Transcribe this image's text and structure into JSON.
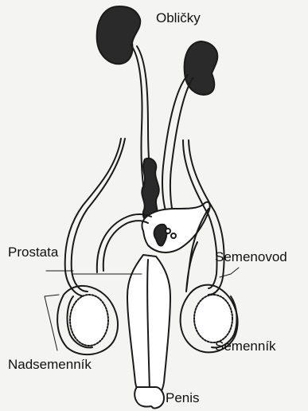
{
  "diagram": {
    "labels": {
      "kidneys": "Obličky",
      "prostate": "Prostata",
      "vas_deferens": "Semenovod",
      "testis": "Semenník",
      "epididymis": "Nadsemenník",
      "penis": "Penis"
    },
    "colors": {
      "ink": "#1a1a1a",
      "organ_fill": "#ffffff",
      "dark_fill": "#2a2a2a",
      "paper": "#f4f4f2"
    }
  }
}
